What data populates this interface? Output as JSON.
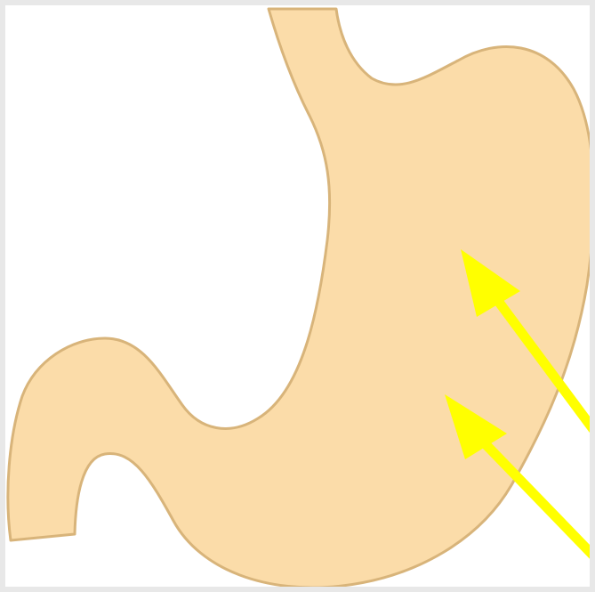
{
  "illustration": {
    "subject": "stomach",
    "colors": {
      "organ_fill": "#fbdca9",
      "organ_outline": "#d8b47a",
      "arrow": "#ffff00",
      "background": "#ffffff",
      "frame": "#e8e8e8"
    },
    "arrows": [
      {
        "name": "upper-arrow",
        "direction": "up-left"
      },
      {
        "name": "lower-arrow",
        "direction": "up-left"
      }
    ]
  }
}
